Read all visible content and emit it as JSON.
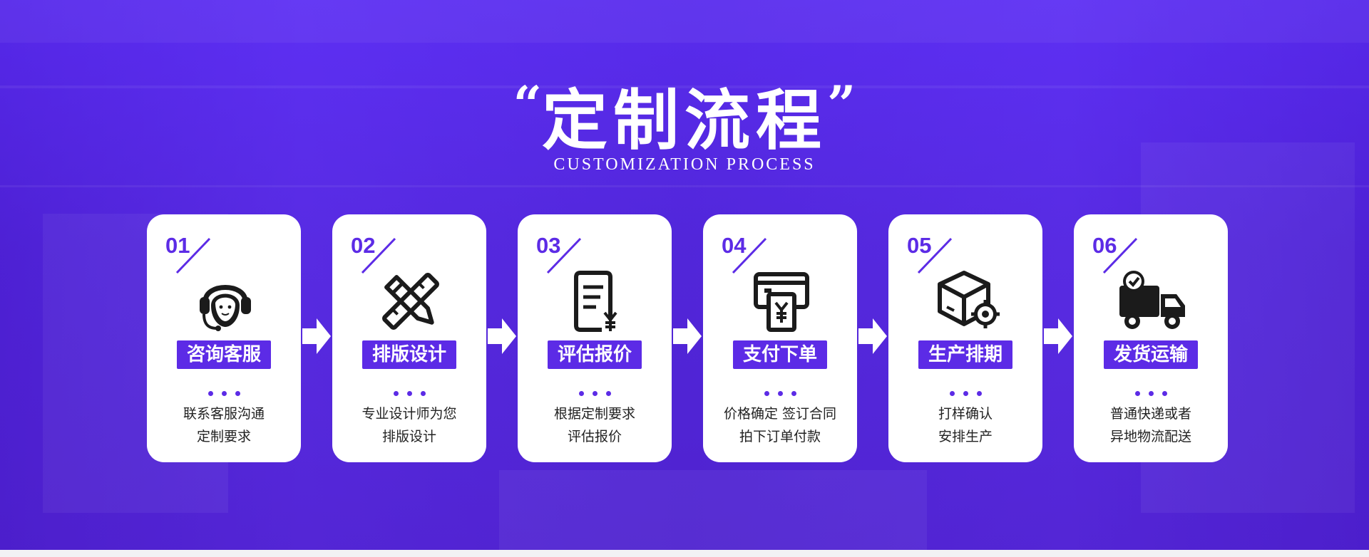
{
  "header": {
    "open_quote": "“",
    "title": "定制流程",
    "close_quote": "”",
    "subtitle": "CUSTOMIZATION PROCESS"
  },
  "colors": {
    "accent": "#5c2be6",
    "background": "#5027d8",
    "card": "#ffffff"
  },
  "steps": [
    {
      "num": "01",
      "icon": "customer-service-headset-icon",
      "label": "咨询客服",
      "line1": "联系客服沟通",
      "line2": "定制要求"
    },
    {
      "num": "02",
      "icon": "pencil-ruler-design-icon",
      "label": "排版设计",
      "line1": "专业设计师为您",
      "line2": "排版设计"
    },
    {
      "num": "03",
      "icon": "quote-document-yen-icon",
      "label": "评估报价",
      "line1": "根据定制要求",
      "line2": "评估报价"
    },
    {
      "num": "04",
      "icon": "payment-terminal-yen-icon",
      "label": "支付下单",
      "line1": "价格确定 签订合同",
      "line2": "拍下订单付款"
    },
    {
      "num": "05",
      "icon": "box-gear-production-icon",
      "label": "生产排期",
      "line1": "打样确认",
      "line2": "安排生产"
    },
    {
      "num": "06",
      "icon": "delivery-truck-check-icon",
      "label": "发货运输",
      "line1": "普通快递或者",
      "line2": "异地物流配送"
    }
  ]
}
